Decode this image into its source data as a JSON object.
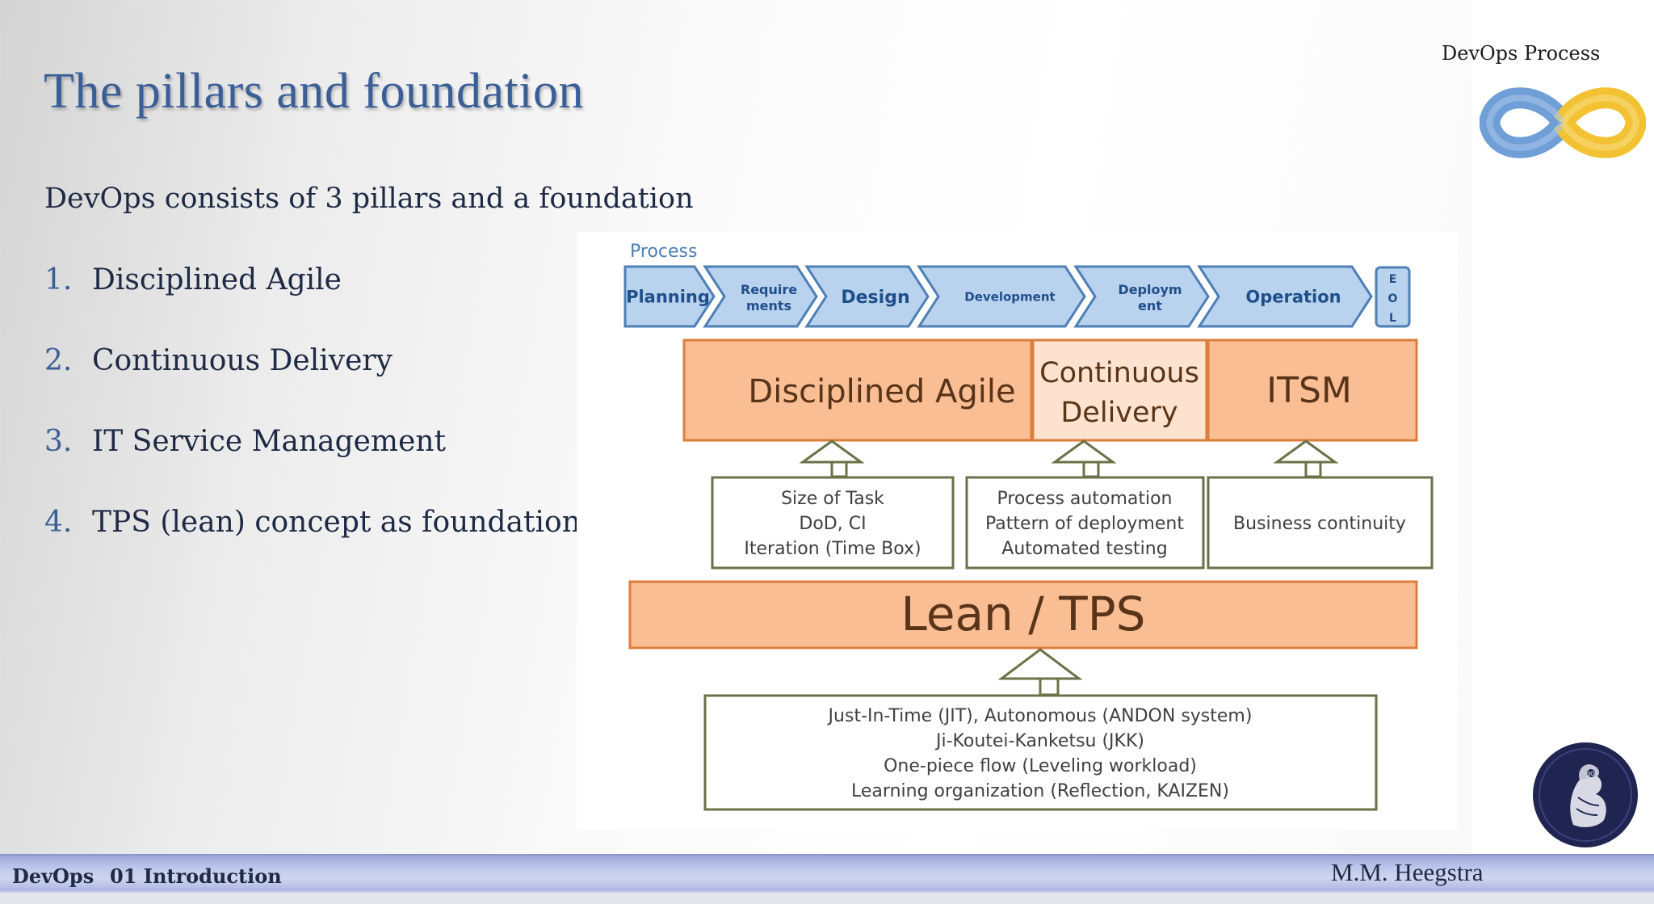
{
  "slide": {
    "title": "The pillars  and foundation",
    "intro": "DevOps consists of 3 pillars and a foundation",
    "list": [
      {
        "num": "1.",
        "text": "Disciplined Agile"
      },
      {
        "num": "2.",
        "text": "Continuous Delivery"
      },
      {
        "num": "3.",
        "text": "IT Service Management"
      },
      {
        "num": "4.",
        "text": "TPS (lean) concept as foundation"
      }
    ]
  },
  "side_panel": {
    "label": "DevOps Process"
  },
  "diagram": {
    "process_label": "Process",
    "process_steps": [
      [
        "Planning"
      ],
      [
        "Require",
        "ments"
      ],
      [
        "Design"
      ],
      [
        "Development"
      ],
      [
        "Deploym",
        "ent"
      ],
      [
        "Operation"
      ]
    ],
    "eol_letters": [
      "E",
      "O",
      "L"
    ],
    "pillars": [
      [
        "Disciplined Agile"
      ],
      [
        "Continuous",
        "Delivery"
      ],
      [
        "ITSM"
      ]
    ],
    "pillar_details": [
      [
        "Size of Task",
        "DoD, CI",
        "Iteration (Time Box)"
      ],
      [
        "Process automation",
        "Pattern of deployment",
        "Automated testing"
      ],
      [
        "Business continuity"
      ]
    ],
    "foundation": "Lean / TPS",
    "foundation_details": [
      "Just-In-Time (JIT), Autonomous (ANDON system)",
      "Ji-Koutei-Kanketsu (JKK)",
      "One-piece flow (Leveling workload)",
      "Learning organization (Reflection, KAIZEN)"
    ],
    "colors": {
      "orange_fill": "#f9be94",
      "orange_border": "#dd7d3d",
      "light_orange_fill": "#fde3cf",
      "step_fill": "#b9d2ee",
      "step_border": "#4e7fb5",
      "step_text": "#1f4f8a",
      "box_border": "#6a7248",
      "text_brown": "#5a3418",
      "text_gray": "#404040"
    }
  },
  "footer": {
    "course": "DevOps",
    "chapter": "01 Introduction",
    "author": "M.M. Heegstra"
  }
}
